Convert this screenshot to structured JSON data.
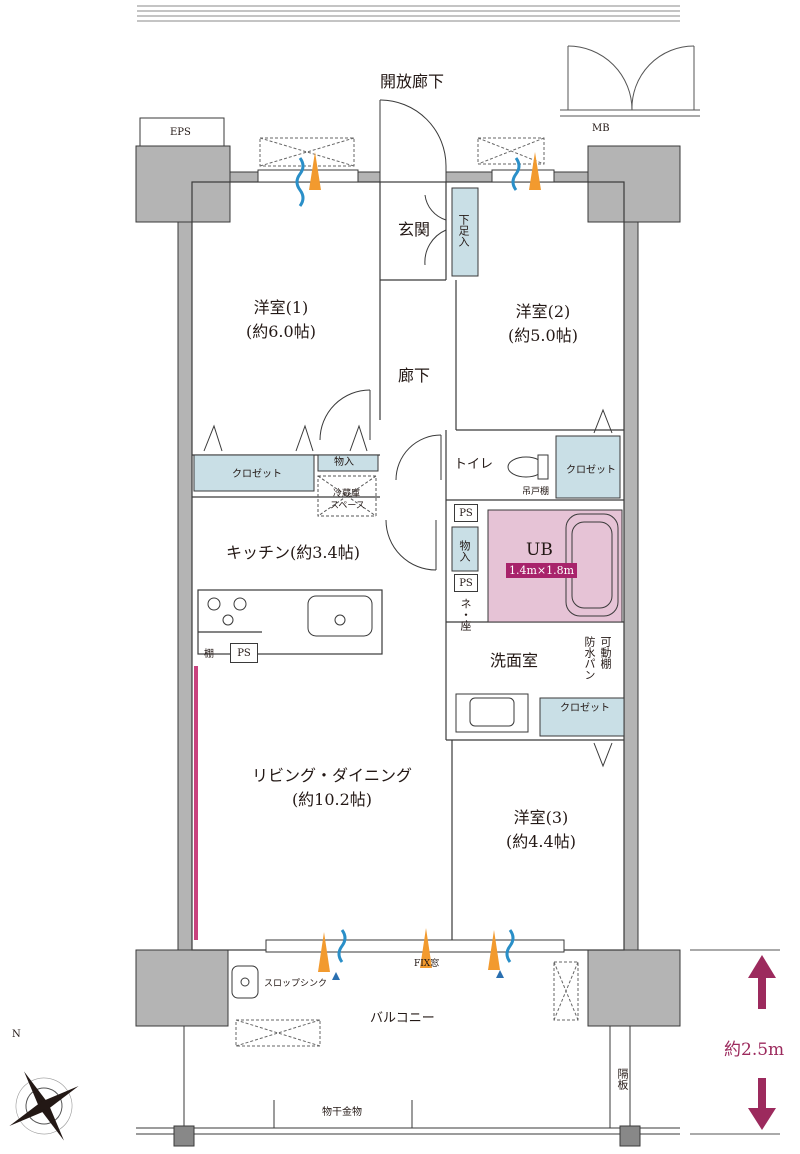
{
  "rooms": {
    "western_room_1": {
      "name": "洋室(1)",
      "size": "(約6.0帖)"
    },
    "western_room_2": {
      "name": "洋室(2)",
      "size": "(約5.0帖)"
    },
    "western_room_3": {
      "name": "洋室(3)",
      "size": "(約4.4帖)"
    },
    "kitchen": {
      "name": "キッチン(約3.4帖)"
    },
    "living_dining": {
      "name": "リビング・ダイニング",
      "size": "(約10.2帖)"
    },
    "entrance": {
      "name": "玄関"
    },
    "hallway": {
      "name": "廊下"
    },
    "toilet": {
      "name": "トイレ"
    },
    "washroom": {
      "name": "洗面室"
    },
    "unit_bath": {
      "name": "UB",
      "size": "1.4m×1.8m"
    },
    "balcony": {
      "name": "バルコニー"
    }
  },
  "labels": {
    "open_corridor": "開放廊下",
    "eps": "EPS",
    "mb": "MB",
    "shoe_storage": "下足入",
    "closet": "クロゼット",
    "storage": "物入",
    "fridge_space_1": "冷蔵庫",
    "fridge_space_2": "スペース",
    "ps": "PS",
    "hanging_shelf": "吊戸棚",
    "waterproof_pan": "防水パン",
    "movable_shelf": "可動棚",
    "shelf": "棚",
    "shoe_small": "ネ・座",
    "fix_window": "FIX窓",
    "slop_sink": "スロップシンク",
    "partition": "隔板",
    "laundry_hanger": "物干金物",
    "north": "N"
  },
  "dimension": {
    "balcony_depth": "約2.5m"
  },
  "colors": {
    "wall": "#b4b4b4",
    "wall_outline": "#3a3a3a",
    "storage_fill": "#c9dfe6",
    "bath_fill": "#e6c3d6",
    "bath_label": "#a8236b",
    "dimension_arrow": "#9c2a5d",
    "airflow_orange": "#f29a2e",
    "airflow_blue": "#2a8fc8",
    "accent_line": "#c9437e"
  }
}
